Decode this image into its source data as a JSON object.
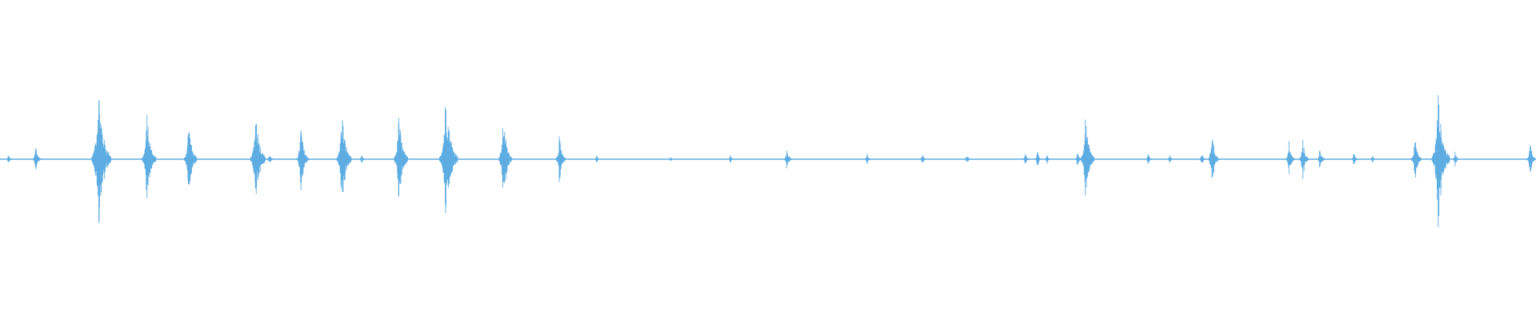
{
  "waveform": {
    "color": "#5dade2",
    "background": "#ffffff",
    "amplitude_range": [
      -1,
      1
    ],
    "time_range": [
      0,
      1
    ],
    "bursts": [
      {
        "t": 0.006,
        "amp": 0.03
      },
      {
        "t": 0.024,
        "amp": 0.1
      },
      {
        "t": 0.066,
        "amp": 0.49
      },
      {
        "t": 0.097,
        "amp": 0.3
      },
      {
        "t": 0.124,
        "amp": 0.26
      },
      {
        "t": 0.168,
        "amp": 0.34
      },
      {
        "t": 0.176,
        "amp": 0.04
      },
      {
        "t": 0.197,
        "amp": 0.23
      },
      {
        "t": 0.224,
        "amp": 0.33
      },
      {
        "t": 0.236,
        "amp": 0.03
      },
      {
        "t": 0.261,
        "amp": 0.3
      },
      {
        "t": 0.292,
        "amp": 0.46
      },
      {
        "t": 0.329,
        "amp": 0.29
      },
      {
        "t": 0.365,
        "amp": 0.16
      },
      {
        "t": 0.389,
        "amp": 0.03
      },
      {
        "t": 0.437,
        "amp": 0.02
      },
      {
        "t": 0.476,
        "amp": 0.03
      },
      {
        "t": 0.513,
        "amp": 0.09
      },
      {
        "t": 0.565,
        "amp": 0.04
      },
      {
        "t": 0.601,
        "amp": 0.04
      },
      {
        "t": 0.63,
        "amp": 0.04
      },
      {
        "t": 0.668,
        "amp": 0.05
      },
      {
        "t": 0.676,
        "amp": 0.06
      },
      {
        "t": 0.682,
        "amp": 0.04
      },
      {
        "t": 0.702,
        "amp": 0.05
      },
      {
        "t": 0.708,
        "amp": 0.29
      },
      {
        "t": 0.748,
        "amp": 0.04
      },
      {
        "t": 0.762,
        "amp": 0.03
      },
      {
        "t": 0.783,
        "amp": 0.05
      },
      {
        "t": 0.79,
        "amp": 0.19
      },
      {
        "t": 0.84,
        "amp": 0.12
      },
      {
        "t": 0.849,
        "amp": 0.14
      },
      {
        "t": 0.86,
        "amp": 0.08
      },
      {
        "t": 0.882,
        "amp": 0.05
      },
      {
        "t": 0.894,
        "amp": 0.03
      },
      {
        "t": 0.922,
        "amp": 0.17
      },
      {
        "t": 0.938,
        "amp": 0.44
      },
      {
        "t": 0.948,
        "amp": 0.06
      },
      {
        "t": 0.997,
        "amp": 0.12
      }
    ]
  }
}
